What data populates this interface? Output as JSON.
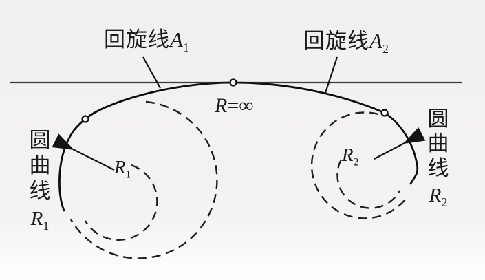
{
  "canvas": {
    "background": "#f3f2f0",
    "ink_color": "#141414",
    "tangent_line_color": "#3d3d3d",
    "marker_fill": "#ffffff"
  },
  "labels": {
    "clothoid_a1": {
      "cjk": "回旋线",
      "symbol": "A",
      "subscript": "1"
    },
    "clothoid_a2": {
      "cjk": "回旋线",
      "symbol": "A",
      "subscript": "2"
    },
    "radius_infinity": {
      "symbol": "R",
      "relation": "=",
      "value": "∞"
    },
    "r1_callout": {
      "symbol": "R",
      "subscript": "1"
    },
    "r2_callout": {
      "symbol": "R",
      "subscript": "2"
    },
    "left_curve_name": {
      "char_1": "圆",
      "char_2": "曲",
      "char_3": "线",
      "symbol": "R",
      "subscript": "1"
    },
    "right_curve_name": {
      "char_1": "圆",
      "char_2": "曲",
      "char_3": "线",
      "symbol": "R",
      "subscript": "2"
    }
  }
}
